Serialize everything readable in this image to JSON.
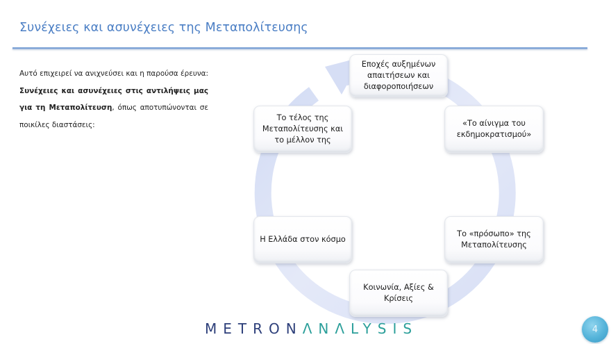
{
  "slide": {
    "title": "Συνέχειες και ασυνέχειες της Μεταπολίτευσης",
    "page_number": "4"
  },
  "intro": {
    "text_before": "Αυτό επιχειρεί να ανιχνεύσει και η παρούσα έρευνα: ",
    "text_bold": "Συνέχειες και ασυνέχειες στις αντιλήψεις μας για τη Μεταπολίτευση",
    "text_after": ", όπως αποτυπώνονται σε ποικίλες διαστάσεις:"
  },
  "cycle": {
    "colors": {
      "ring": "#dde3f6",
      "box_border": "#e4e7ec"
    },
    "items": [
      {
        "label": "Εποχές αυξημένων απαιτήσεων και διαφοροποιήσεων"
      },
      {
        "label": "«Το αίνιγμα του εκδημοκρατισμού»"
      },
      {
        "label": "Το «πρόσωπο» της Μεταπολίτευσης"
      },
      {
        "label": "Κοινωνία, Αξίες & Κρίσεις"
      },
      {
        "label": "Η Ελλάδα στον κόσμο"
      },
      {
        "label": "Το τέλος της Μεταπολίτευσης και το μέλλον της"
      }
    ]
  },
  "footer": {
    "logo_part1": "METRON",
    "logo_part2": "ΛNΛLYSIS",
    "logo_colors": {
      "part1": "#2d3f7a",
      "part2": "#2b9f9a"
    }
  }
}
